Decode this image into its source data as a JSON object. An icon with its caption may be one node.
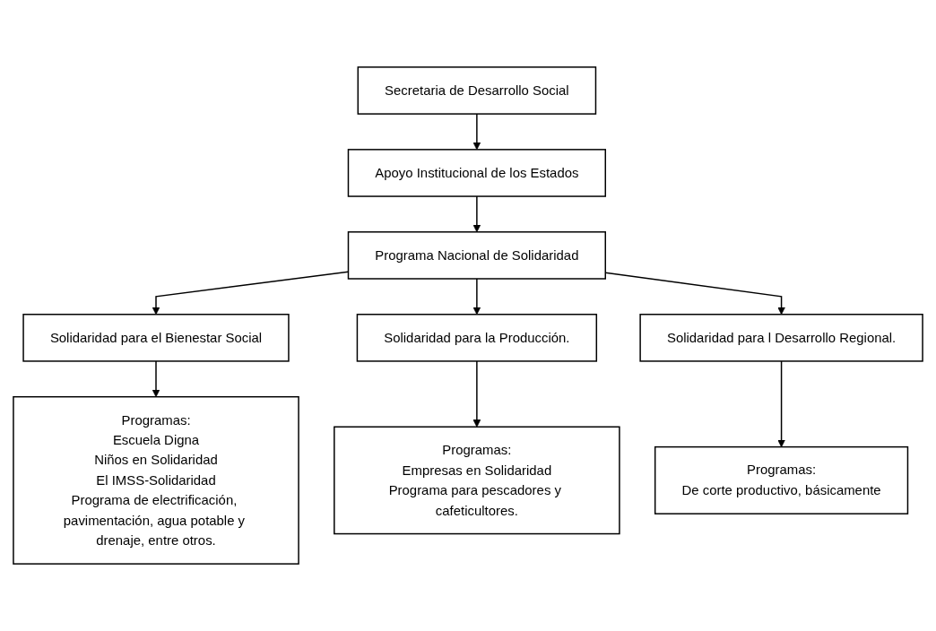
{
  "diagram": {
    "nodes": [
      {
        "text": [
          "Secretaria de Desarrollo Social"
        ]
      },
      {
        "text": [
          "Apoyo Institucional de los Estados"
        ]
      },
      {
        "text": [
          "Programa Nacional de Solidaridad"
        ]
      },
      {
        "text": [
          "Solidaridad para el Bienestar Social"
        ]
      },
      {
        "text": [
          "Solidaridad para la Producción."
        ]
      },
      {
        "text": [
          "Solidaridad para l Desarrollo Regional."
        ]
      },
      {
        "text": [
          "Programas:",
          "Escuela Digna",
          "Niños en Solidaridad",
          "El IMSS-Solidaridad",
          "Programa de electrificación, pavimentación, agua potable y drenaje, entre otros."
        ]
      },
      {
        "text": [
          "Programas:",
          "Empresas en Solidaridad",
          "Programa para pescadores y cafeticultores."
        ]
      },
      {
        "text": [
          "Programas:",
          "De corte productivo, básicamente"
        ]
      }
    ],
    "edges": [
      {
        "from": 0,
        "to": 1,
        "arrow": "to"
      },
      {
        "from": 1,
        "to": 2,
        "arrow": "to"
      },
      {
        "from": 2,
        "to": 3,
        "arrow": "to"
      },
      {
        "from": 2,
        "to": 4,
        "arrow": "to"
      },
      {
        "from": 2,
        "to": 5,
        "arrow": "to"
      },
      {
        "from": 3,
        "to": 6,
        "arrow": "to"
      },
      {
        "from": 4,
        "to": 7,
        "arrow": "to"
      },
      {
        "from": 5,
        "to": 8,
        "arrow": "to"
      }
    ]
  }
}
